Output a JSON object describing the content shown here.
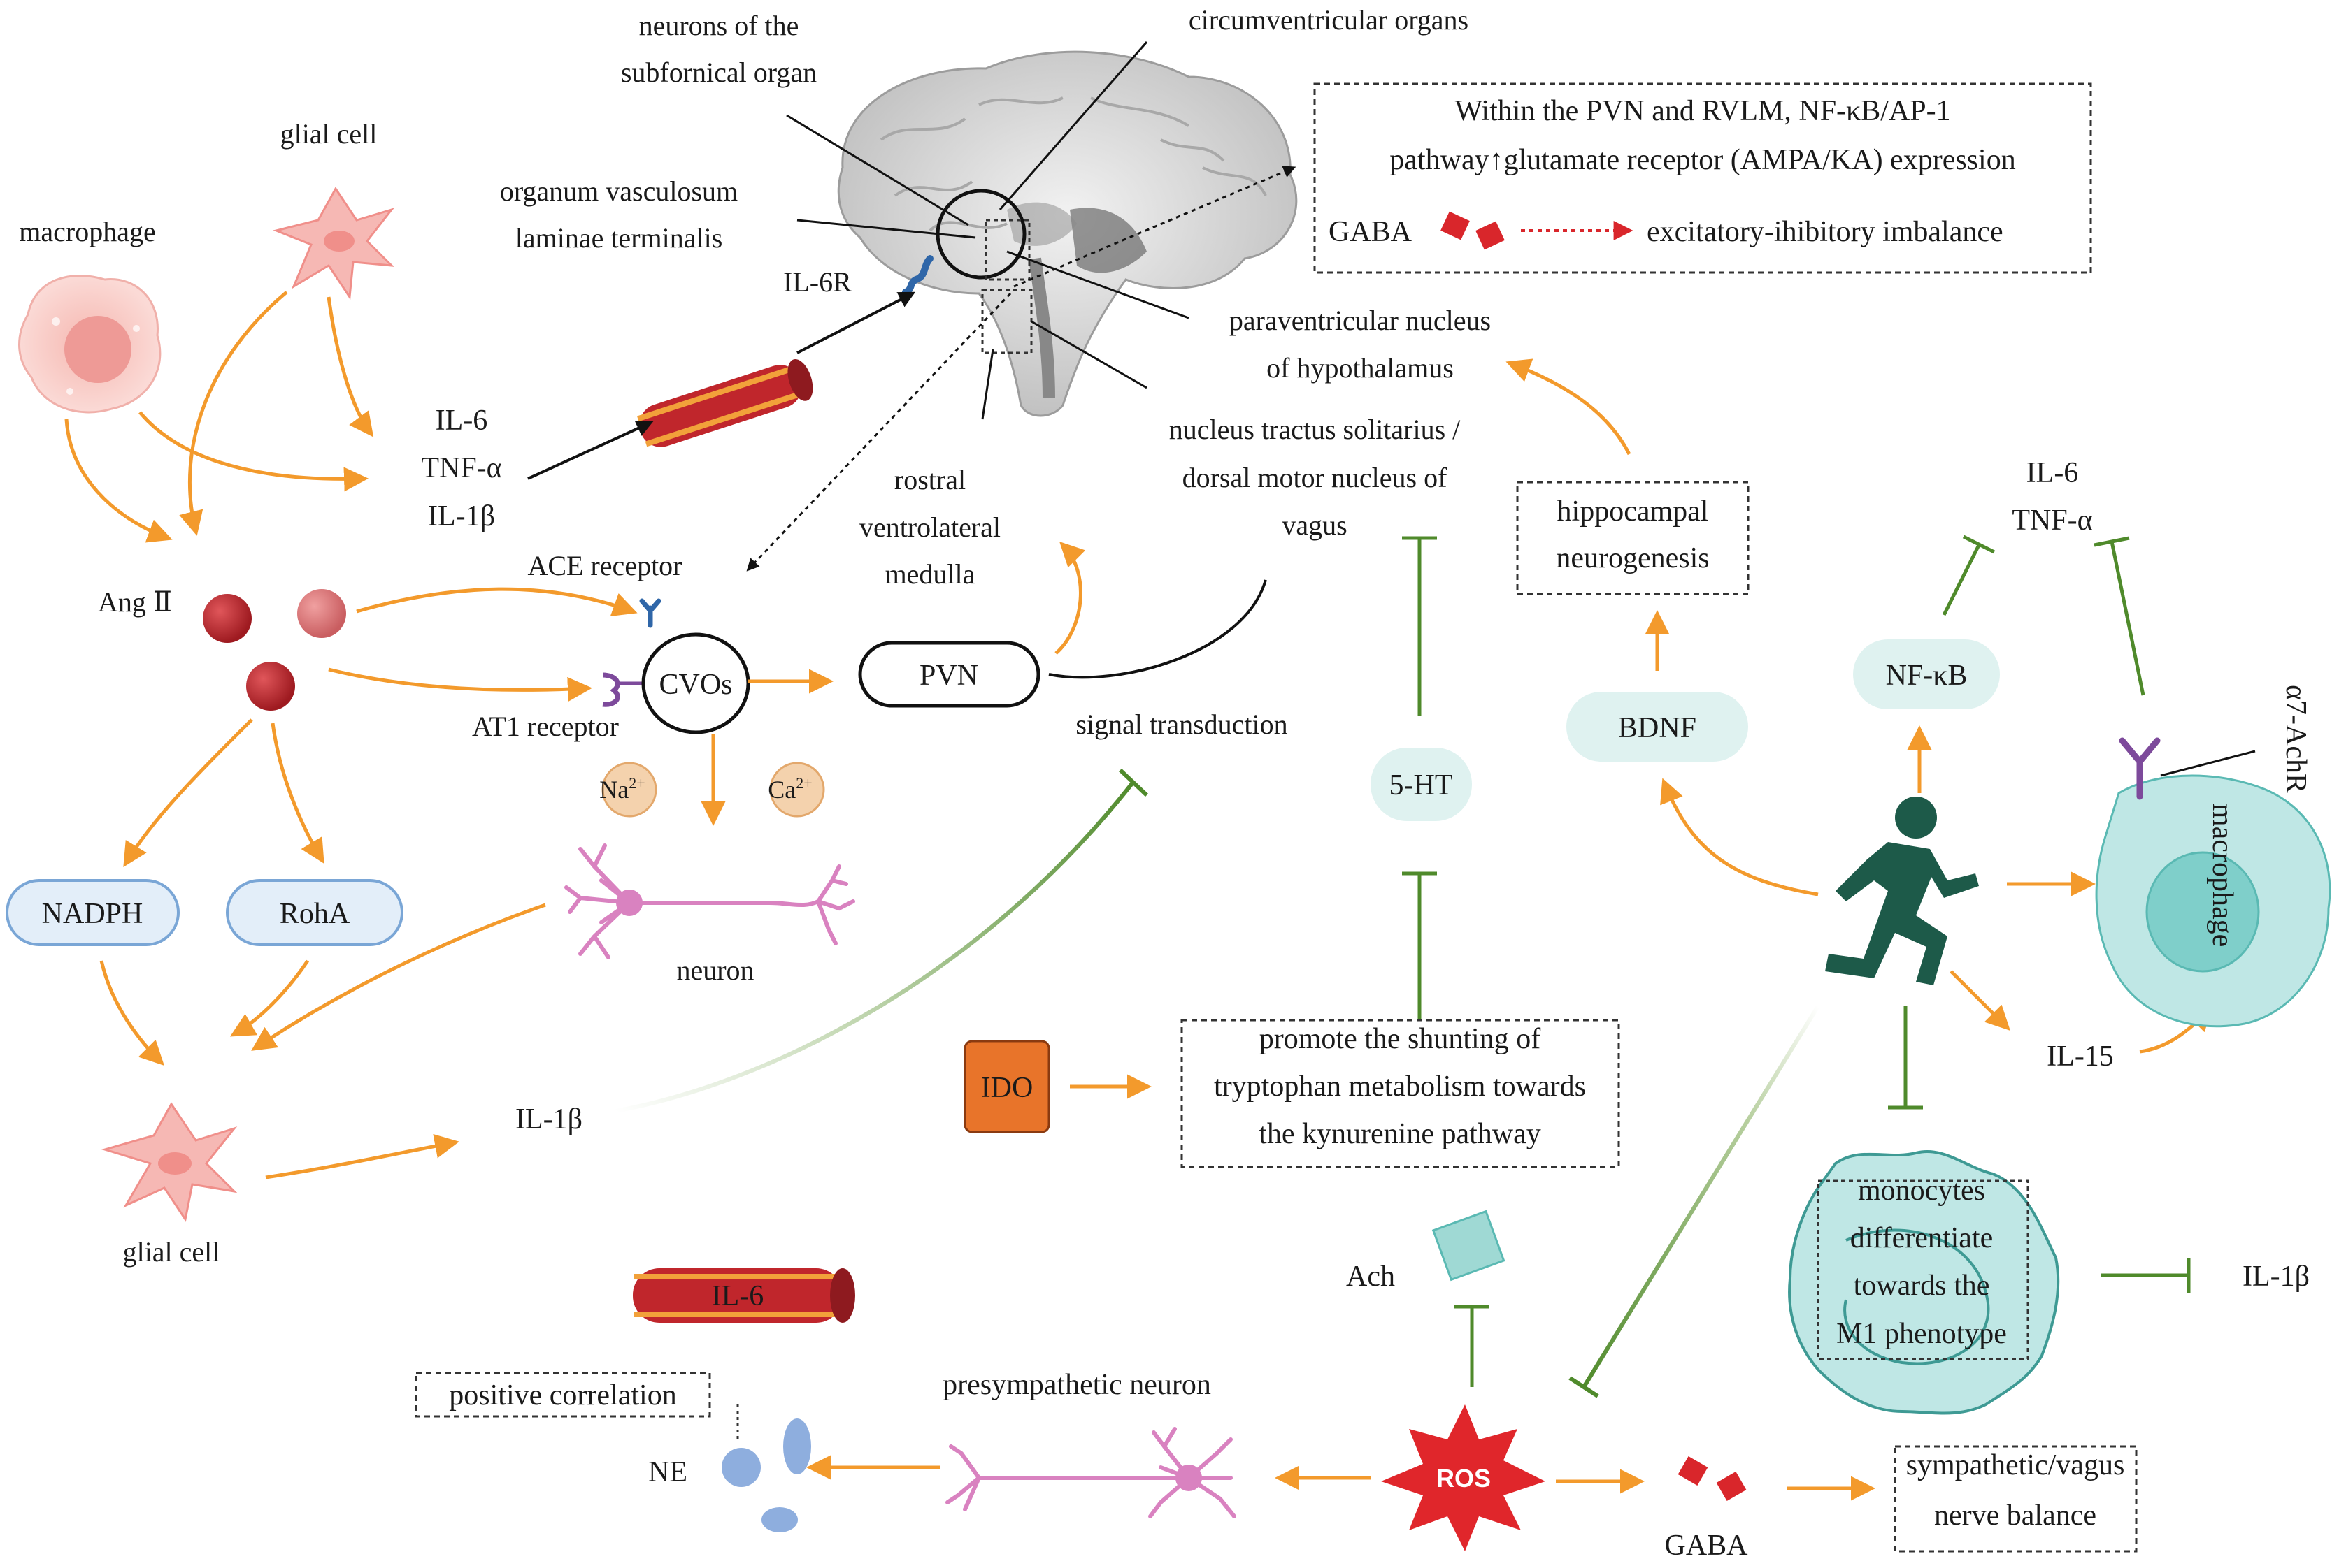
{
  "labels": {
    "neurons_sfo_1": "neurons of the",
    "neurons_sfo_2": "subfornical organ",
    "cvo_title": "circumventricular organs",
    "glial_top": "glial cell",
    "macrophage_left": "macrophage",
    "ovlt_1": "organum vasculosum",
    "ovlt_2": "laminae terminalis",
    "il6r": "IL-6R",
    "il6": "IL-6",
    "tnfa": "TNF-α",
    "il1b": "IL-1β",
    "pvn_full_1": "paraventricular nucleus",
    "pvn_full_2": "of hypothalamus",
    "nts_1": "nucleus tractus solitarius /",
    "nts_2": "dorsal motor nucleus of",
    "nts_3": "vagus",
    "rvlm_1": "rostral",
    "rvlm_2": "ventrolateral",
    "rvlm_3": "medulla",
    "ace_receptor": "ACE receptor",
    "at1_receptor": "AT1 receptor",
    "ang2": "Ang Ⅱ",
    "cvos": "CVOs",
    "pvn": "PVN",
    "signal_transduction": "signal transduction",
    "na": "Na",
    "na_sup": "2+",
    "ca": "Ca",
    "ca_sup": "2+",
    "neuron": "neuron",
    "nadph": "NADPH",
    "roha": "RohA",
    "il1b_mid": "IL-1β",
    "glial_bottom": "glial cell",
    "ido": "IDO",
    "ht5": "5-HT",
    "bdnf": "BDNF",
    "nfkb": "NF-κB",
    "il6_right": "IL-6",
    "tnfa_right": "TNF-α",
    "a7achr": "α7-AchR",
    "macrophage_right": "macrophage",
    "il15": "IL-15",
    "il1b_right": "IL-1β",
    "ach": "Ach",
    "ros": "ROS",
    "gaba_bottom": "GABA",
    "ne": "NE",
    "presympathetic": "presympathetic neuron",
    "positive_corr": "positive correlation",
    "il6_vessel": "IL-6"
  },
  "boxes": {
    "top_right_1": "Within the PVN and RVLM, NF-κB/AP-1",
    "top_right_2": "pathway↑glutamate receptor (AMPA/KA) expression",
    "top_right_gaba": "GABA",
    "top_right_imbalance": "excitatory-ihibitory imbalance",
    "hippocampal_1": "hippocampal",
    "hippocampal_2": "neurogenesis",
    "tryptophan_1": "promote the shunting of",
    "tryptophan_2": "tryptophan metabolism towards",
    "tryptophan_3": "the kynurenine pathway",
    "monocyte_1": "monocytes",
    "monocyte_2": "differentiate",
    "monocyte_3": "towards the",
    "monocyte_4": "M1 phenotype",
    "balance_1": "sympathetic/vagus",
    "balance_2": "nerve balance"
  },
  "colors": {
    "arrow_orange": "#f39a2c",
    "inhibit_green": "#4f8a2b",
    "pill_blue_fill": "#e3eef9",
    "pill_blue_stroke": "#7aa6d6",
    "pill_teal_fill": "#dff2f0",
    "ido_fill": "#e8742a",
    "ros_fill": "#e0262b",
    "ang_red": "#c0262c",
    "gaba_red": "#d9262b",
    "glial_pink": "#f6b8b4",
    "macrophage_teal": "#bfe7e5",
    "neuron_pink": "#d982c0",
    "runner_green": "#1d5a49"
  }
}
